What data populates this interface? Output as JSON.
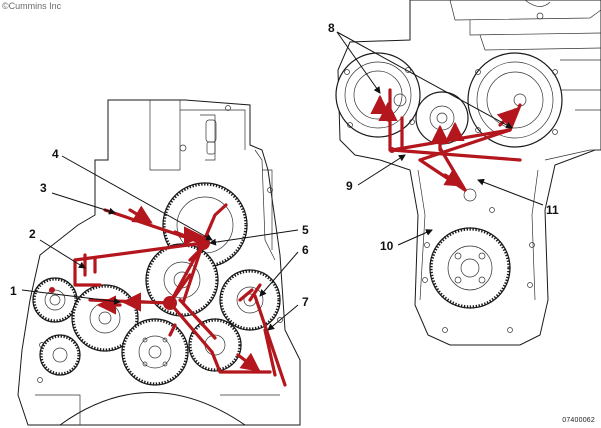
{
  "copyright": "©Cummins Inc",
  "figure_code": "07400062",
  "callouts": [
    "1",
    "2",
    "3",
    "4",
    "5",
    "6",
    "7",
    "8",
    "9",
    "10",
    "11"
  ],
  "colors": {
    "oil_flow": "#b3161c",
    "line": "#1a1a1a",
    "background": "#ffffff"
  }
}
